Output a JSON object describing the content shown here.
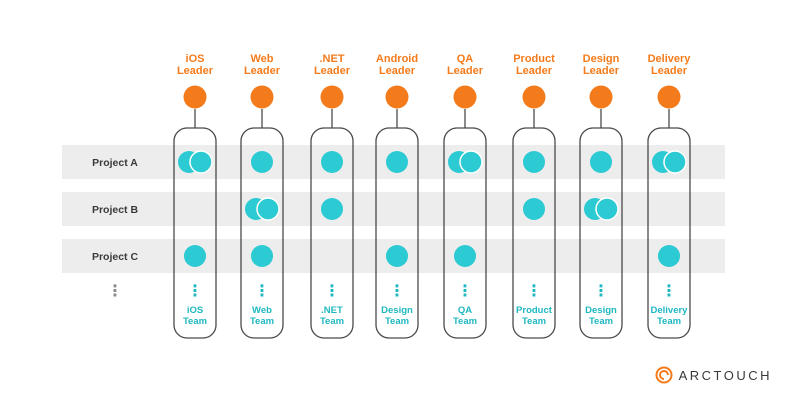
{
  "colors": {
    "leader": "#f47b1b",
    "member": "#2ccad2",
    "member_stroke": "#ffffff",
    "column_border": "#4a4a4a",
    "row_band": "#ededed",
    "text_dark": "#3a3a3a",
    "text_team": "#1fb8c0",
    "logo_orange": "#f47b1b"
  },
  "columns": [
    {
      "leader_label": [
        "iOS",
        "Leader"
      ],
      "team_label": [
        "iOS",
        "Team"
      ]
    },
    {
      "leader_label": [
        "Web",
        "Leader"
      ],
      "team_label": [
        "Web",
        "Team"
      ]
    },
    {
      "leader_label": [
        ".NET",
        "Leader"
      ],
      "team_label": [
        ".NET",
        "Team"
      ]
    },
    {
      "leader_label": [
        "Android",
        "Leader"
      ],
      "team_label": [
        "Design",
        "Team"
      ]
    },
    {
      "leader_label": [
        "QA",
        "Leader"
      ],
      "team_label": [
        "QA",
        "Team"
      ]
    },
    {
      "leader_label": [
        "Product",
        "Leader"
      ],
      "team_label": [
        "Product",
        "Team"
      ]
    },
    {
      "leader_label": [
        "Design",
        "Leader"
      ],
      "team_label": [
        "Design",
        "Team"
      ]
    },
    {
      "leader_label": [
        "Delivery",
        "Leader"
      ],
      "team_label": [
        "Delivery",
        "Team"
      ]
    }
  ],
  "rows": [
    {
      "label": "Project A",
      "members": [
        2,
        1,
        1,
        1,
        2,
        1,
        1,
        2
      ]
    },
    {
      "label": "Project B",
      "members": [
        0,
        2,
        1,
        0,
        0,
        1,
        2,
        0
      ]
    },
    {
      "label": "Project C",
      "members": [
        1,
        1,
        0,
        1,
        1,
        0,
        0,
        1
      ]
    }
  ],
  "more_rows_indicator": "⋮",
  "logo": {
    "text": "ARCTOUCH",
    "icon": "arctouch-logo-icon"
  }
}
